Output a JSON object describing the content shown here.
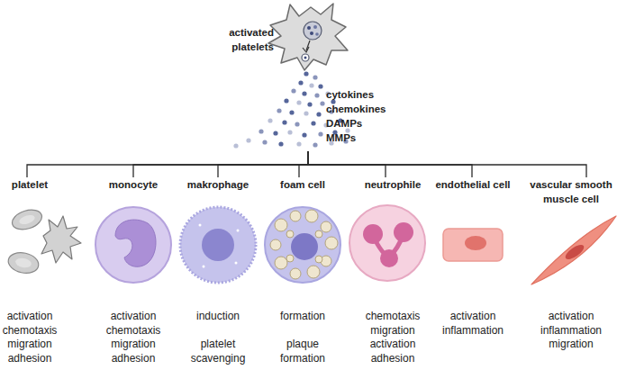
{
  "diagram": {
    "nodes": [
      {
        "text": [
          "activated platelets"
        ]
      },
      {
        "text": [
          "platelet",
          "activation chemotaxis migration adhesion"
        ]
      },
      {
        "text": [
          "monocyte",
          "activation chemotaxis migration adhesion"
        ]
      },
      {
        "text": [
          "makrophage",
          "induction",
          "platelet scavenging"
        ]
      },
      {
        "text": [
          "foam cell",
          "formation",
          "plaque formation"
        ]
      },
      {
        "text": [
          "neutrophile",
          "chemotaxis migration activation adhesion"
        ]
      },
      {
        "text": [
          "endothelial cell",
          "activation inflammation"
        ]
      },
      {
        "text": [
          "vascular smooth muscle cell",
          "activation inflammation migration"
        ]
      }
    ],
    "edges": [
      {
        "from": 0,
        "to": 1,
        "arrow": "none"
      },
      {
        "from": 0,
        "to": 2,
        "arrow": "none"
      },
      {
        "from": 0,
        "to": 3,
        "arrow": "none"
      },
      {
        "from": 0,
        "to": 4,
        "arrow": "none"
      },
      {
        "from": 0,
        "to": 5,
        "arrow": "none"
      },
      {
        "from": 0,
        "to": 6,
        "arrow": "none"
      },
      {
        "from": 0,
        "to": 7,
        "arrow": "none"
      }
    ],
    "labels": [
      "cytokines chemokines DAMPs MMPs"
    ]
  }
}
